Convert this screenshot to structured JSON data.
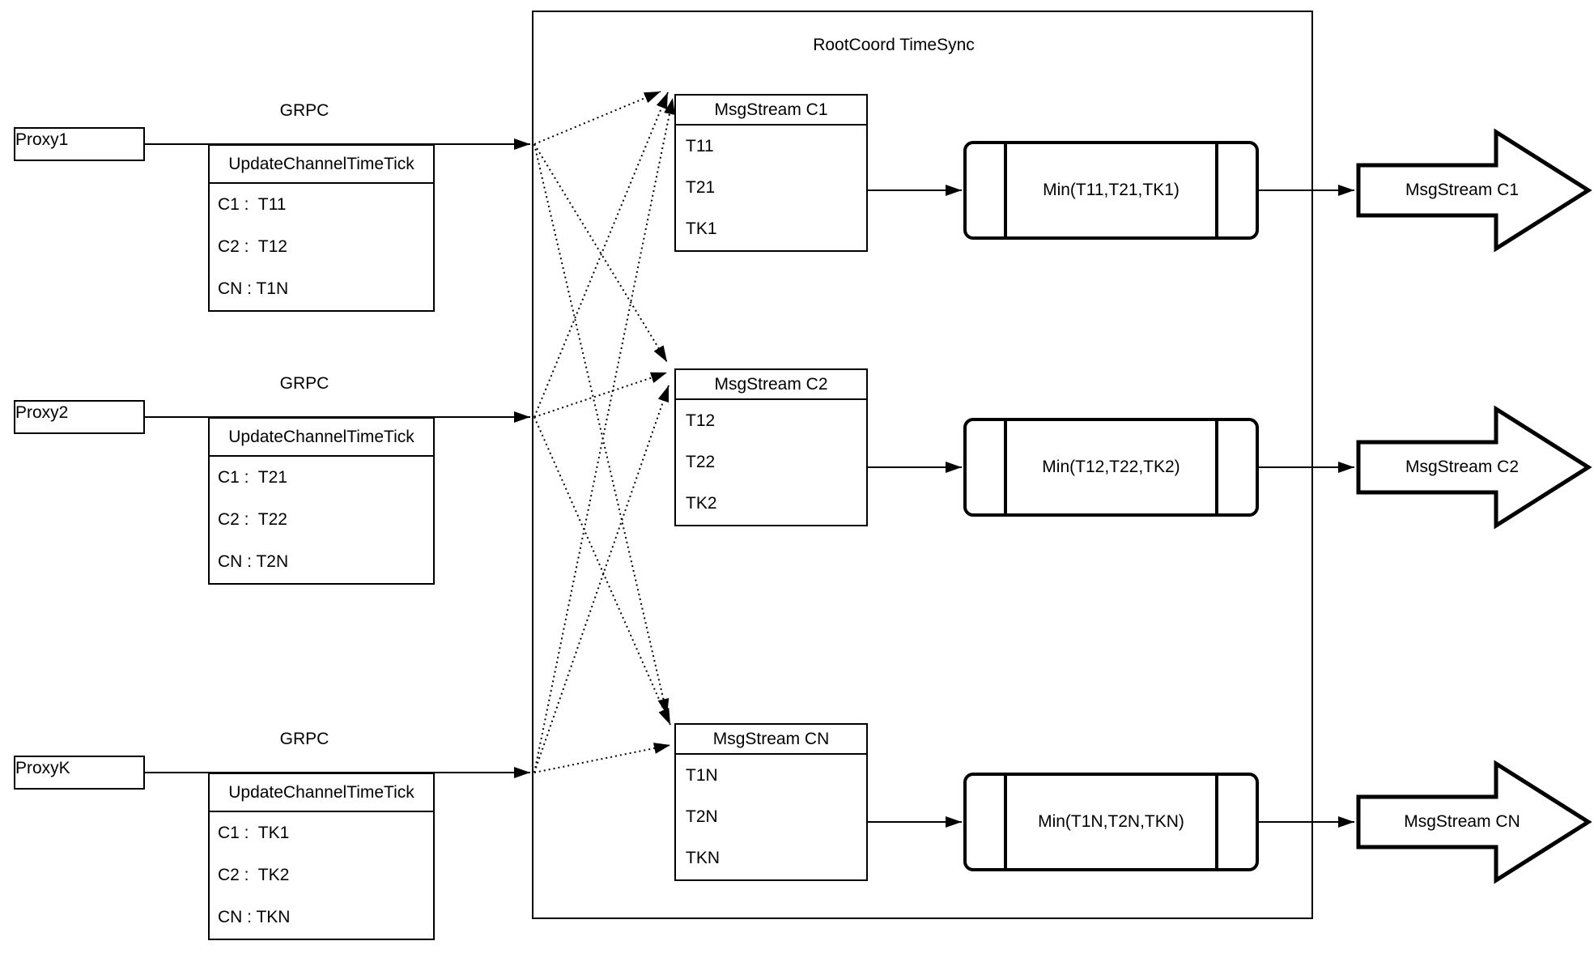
{
  "rootcoord": {
    "title": "RootCoord TimeSync"
  },
  "proxies": [
    {
      "label": "Proxy1",
      "protocol": "GRPC",
      "message": {
        "title": "UpdateChannelTimeTick",
        "rows": [
          "C1 :  T11",
          "C2 :  T12",
          "CN : T1N"
        ]
      }
    },
    {
      "label": "Proxy2",
      "protocol": "GRPC",
      "message": {
        "title": "UpdateChannelTimeTick",
        "rows": [
          "C1 :  T21",
          "C2 :  T22",
          "CN : T2N"
        ]
      }
    },
    {
      "label": "ProxyK",
      "protocol": "GRPC",
      "message": {
        "title": "UpdateChannelTimeTick",
        "rows": [
          "C1 :  TK1",
          "C2 :  TK2",
          "CN : TKN"
        ]
      }
    }
  ],
  "streams": [
    {
      "table_title": "MsgStream C1",
      "inputs": [
        "T11",
        "T21",
        "TK1"
      ],
      "min_label": "Min(T11,T21,TK1)",
      "output_label": "MsgStream C1"
    },
    {
      "table_title": "MsgStream C2",
      "inputs": [
        "T12",
        "T22",
        "TK2"
      ],
      "min_label": "Min(T12,T22,TK2)",
      "output_label": "MsgStream C2"
    },
    {
      "table_title": "MsgStream CN",
      "inputs": [
        "T1N",
        "T2N",
        "TKN"
      ],
      "min_label": "Min(T1N,T2N,TKN)",
      "output_label": "MsgStream CN"
    }
  ],
  "colors": {
    "stroke": "#000000",
    "background": "#ffffff"
  }
}
